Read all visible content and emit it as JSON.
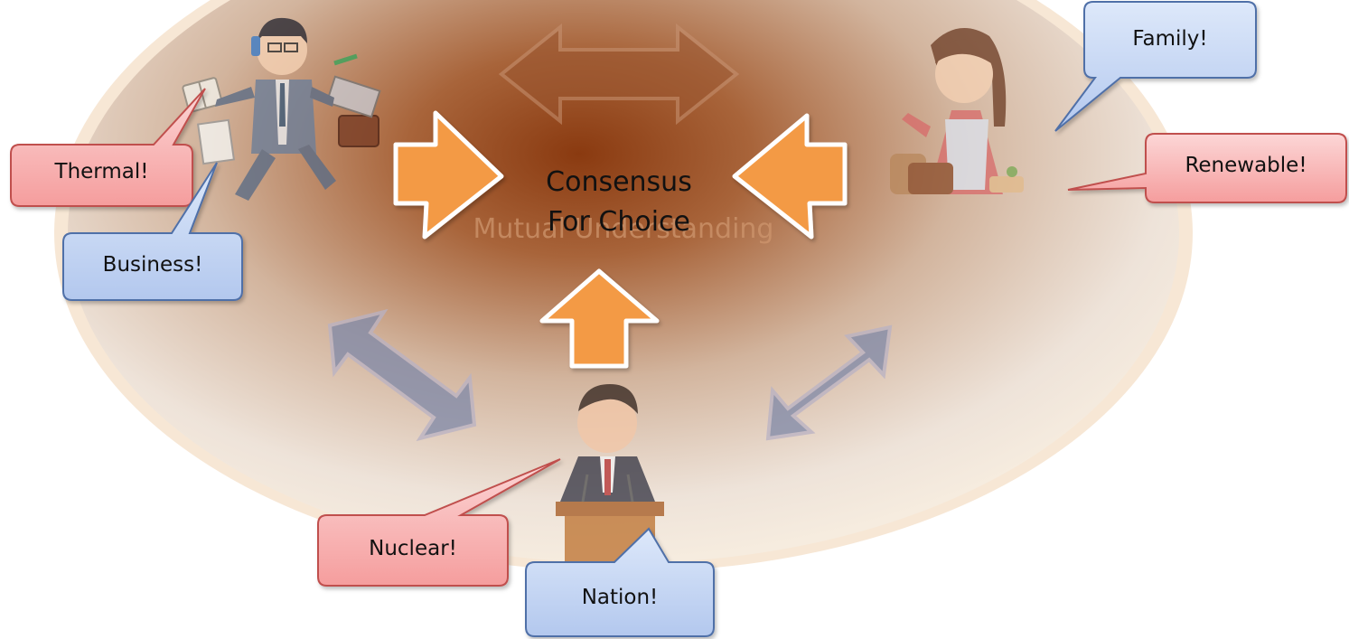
{
  "diagram": {
    "center": {
      "line1": "Consensus",
      "line2": "For Choice"
    },
    "background_text": "Mutual Understanding",
    "bubbles": {
      "thermal": "Thermal!",
      "business": "Business!",
      "family": "Family!",
      "renewable": "Renewable!",
      "nuclear": "Nuclear!",
      "nation": "Nation!"
    },
    "colors": {
      "red_bubble": "#f9b8b8",
      "blue_bubble": "#c6d7f4",
      "orange_arrow": "#f39a45",
      "brown_center": "#8a3a10",
      "gray_blue_arrow": "#7e88a8"
    }
  }
}
